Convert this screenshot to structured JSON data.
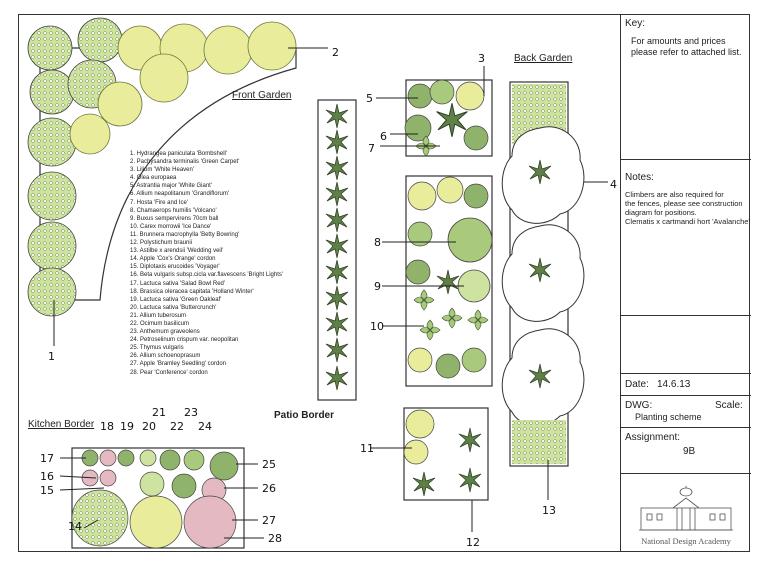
{
  "gardens": {
    "front": "Front Garden",
    "back": "Back Garden",
    "patio": "Patio Border",
    "kitchen": "Kitchen Border"
  },
  "plant_list": [
    "1. Hydrangea paniculata 'Bombshell'",
    "2. Pachysandra terminalis 'Green Carpet'",
    "3. Lilium 'White Heaven'",
    "4. Olea europaea",
    "5. Astrantia major 'White Giant'",
    "6. Allium neapolitanum 'Grandiflorum'",
    "7. Hosta 'Fire and Ice'",
    "8. Chamaerops humilis 'Volcano'",
    "9. Buxus sempervirens 70cm ball",
    "10. Carex morrowii 'Ice Dance'",
    "11. Brunnera macrophylla 'Betty Bowring'",
    "12. Polystichum braunii",
    "13. Astilbe x arendsii 'Wedding veil'",
    "14. Apple 'Cox's Orange' cordon",
    "15. Diplotaxis erucoides 'Voyager'",
    "16. Beta vulgaris subsp.cicla var.flavescens 'Bright Lights'",
    "17. Lactuca sativa 'Salad Bowl Red'",
    "18. Brassica oleracea capitata 'Holland Winter'",
    "19. Lactuca sativa 'Green Oakleaf'",
    "20. Lactuca sativa 'Buttercrunch'",
    "21. Allium tuberosum",
    "22. Ocimum basilicum",
    "23. Anthemum graveolens",
    "24. Petroselinum crispum var. neopolitan",
    "25. Thymus vulgaris",
    "26. Allium schoenoprasum",
    "27. Apple 'Bramley Seedling' cordon",
    "28. Pear 'Conference' cordon"
  ],
  "callouts": [
    "1",
    "2",
    "3",
    "4",
    "5",
    "6",
    "7",
    "8",
    "9",
    "10",
    "11",
    "12",
    "13",
    "14",
    "15",
    "16",
    "17",
    "18",
    "19",
    "20",
    "21",
    "22",
    "23",
    "24",
    "25",
    "26",
    "27",
    "28"
  ],
  "key": {
    "title": "Key:",
    "text_1": "For amounts and prices",
    "text_2": "please refer to attached list."
  },
  "notes": {
    "title": "Notes:",
    "line_1": "Climbers are also required for",
    "line_2": "the fences, please see construction",
    "line_3": "diagram for positions.",
    "line_4": "Clematis x cartmandi hort 'Avalanche'"
  },
  "date": {
    "label": "Date:",
    "value": "14.6.13"
  },
  "drawing": {
    "label": "DWG:",
    "value": "Planting scheme",
    "scale_label": "Scale:"
  },
  "assignment": {
    "label": "Assignment:",
    "value": "9B"
  },
  "academy": "National Design Academy",
  "colors": {
    "yellow": "#e9ec9a",
    "light_green": "#cfe3a0",
    "mid_green": "#8fb36a",
    "dark_green": "#4e6b3b",
    "pink": "#e5b9c2",
    "outline": "#333333"
  }
}
